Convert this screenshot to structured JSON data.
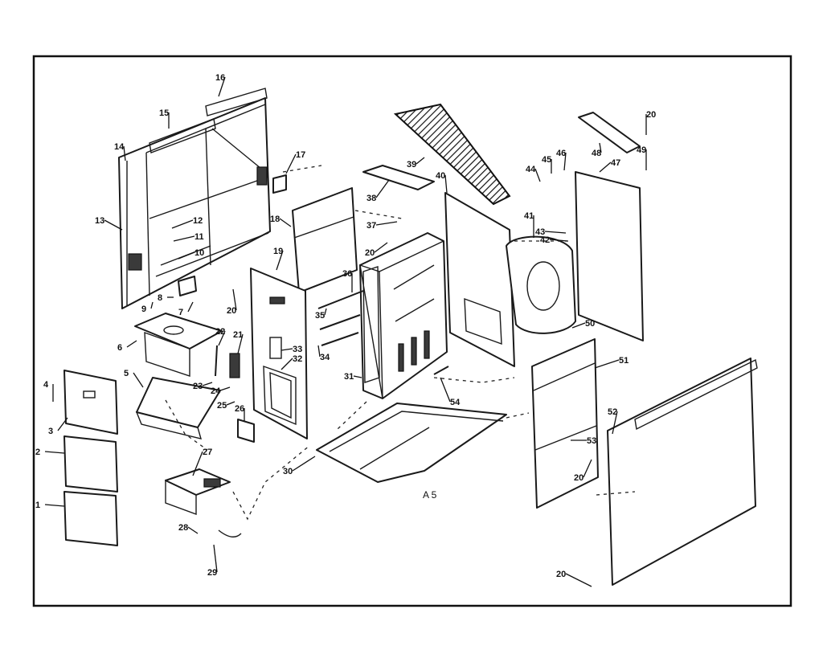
{
  "diagram_code": "A 5",
  "callouts": [
    {
      "label": "1"
    },
    {
      "label": "2"
    },
    {
      "label": "3"
    },
    {
      "label": "4"
    },
    {
      "label": "5"
    },
    {
      "label": "6"
    },
    {
      "label": "7"
    },
    {
      "label": "8"
    },
    {
      "label": "9"
    },
    {
      "label": "10"
    },
    {
      "label": "11"
    },
    {
      "label": "12"
    },
    {
      "label": "13"
    },
    {
      "label": "14"
    },
    {
      "label": "15"
    },
    {
      "label": "16"
    },
    {
      "label": "17"
    },
    {
      "label": "18"
    },
    {
      "label": "19"
    },
    {
      "label": "20"
    },
    {
      "label": "21"
    },
    {
      "label": "22"
    },
    {
      "label": "23"
    },
    {
      "label": "24"
    },
    {
      "label": "25"
    },
    {
      "label": "26"
    },
    {
      "label": "27"
    },
    {
      "label": "28"
    },
    {
      "label": "29"
    },
    {
      "label": "30"
    },
    {
      "label": "31"
    },
    {
      "label": "32"
    },
    {
      "label": "33"
    },
    {
      "label": "34"
    },
    {
      "label": "35"
    },
    {
      "label": "36"
    },
    {
      "label": "37"
    },
    {
      "label": "38"
    },
    {
      "label": "39"
    },
    {
      "label": "40"
    },
    {
      "label": "41"
    },
    {
      "label": "42"
    },
    {
      "label": "43"
    },
    {
      "label": "44"
    },
    {
      "label": "45"
    },
    {
      "label": "46"
    },
    {
      "label": "47"
    },
    {
      "label": "48"
    },
    {
      "label": "49"
    },
    {
      "label": "50"
    },
    {
      "label": "51"
    },
    {
      "label": "52"
    },
    {
      "label": "53"
    },
    {
      "label": "54"
    }
  ]
}
